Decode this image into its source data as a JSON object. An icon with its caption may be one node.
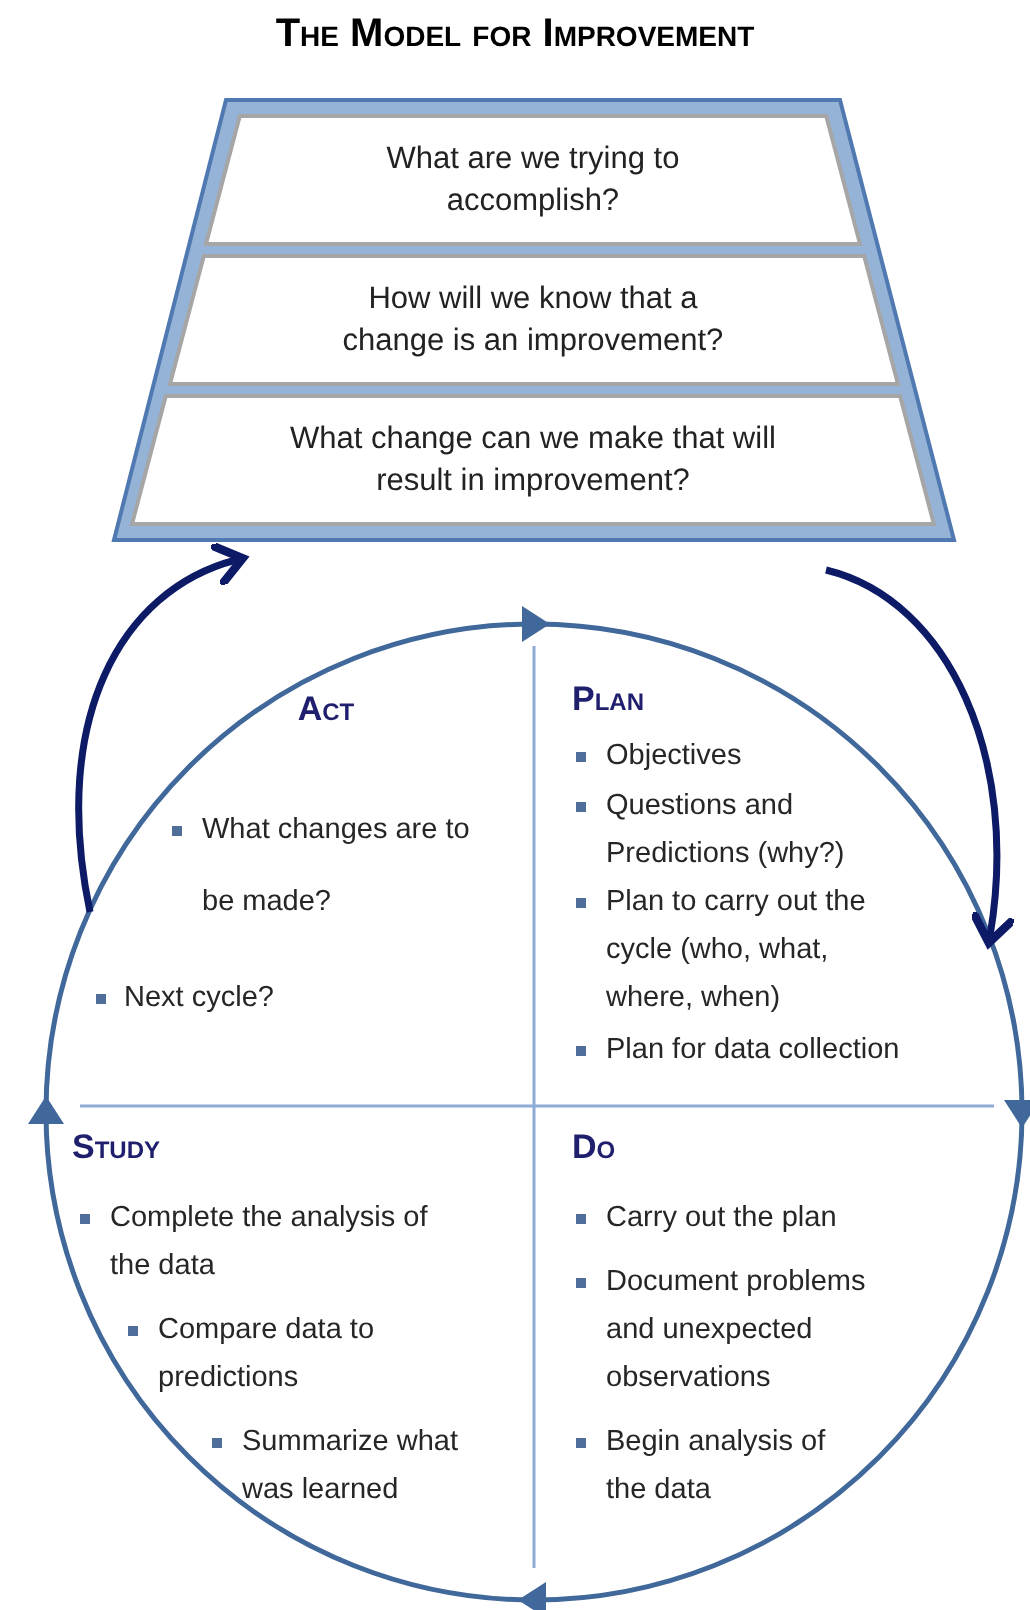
{
  "diagram": {
    "title": "The Model for Improvement",
    "nodes": [
      {
        "text": [],
        "shape": "box"
      },
      {
        "text": [
          "What are we trying to accomplish?"
        ],
        "in": 0
      },
      {
        "text": [
          "How will we know that a change is an improvement?"
        ],
        "in": 0
      },
      {
        "text": [
          "What change can we make that will result in improvement?"
        ],
        "in": 0
      },
      {
        "text": [],
        "shape": "circle"
      },
      {
        "text": [
          "Act",
          "What changes are to be made?",
          "Next cycle?"
        ],
        "in": 4
      },
      {
        "text": [
          "Plan",
          "Objectives",
          "Questions and Predictions (why?)",
          "Plan to carry out the cycle (who, what, where, when)",
          "Plan for data collection"
        ],
        "in": 4
      },
      {
        "text": [
          "Study",
          "Complete the analysis of the data",
          "Compare data to predictions",
          "Summarize what was learned"
        ],
        "in": 4
      },
      {
        "text": [
          "Do",
          "Carry out the plan",
          "Document problems and unexpected observations",
          "Begin analysis of the data"
        ],
        "in": 4
      }
    ],
    "edges": [
      {
        "from": 4,
        "to": 0,
        "arrow": "to"
      },
      {
        "from": 0,
        "to": 4,
        "arrow": "to"
      }
    ]
  }
}
